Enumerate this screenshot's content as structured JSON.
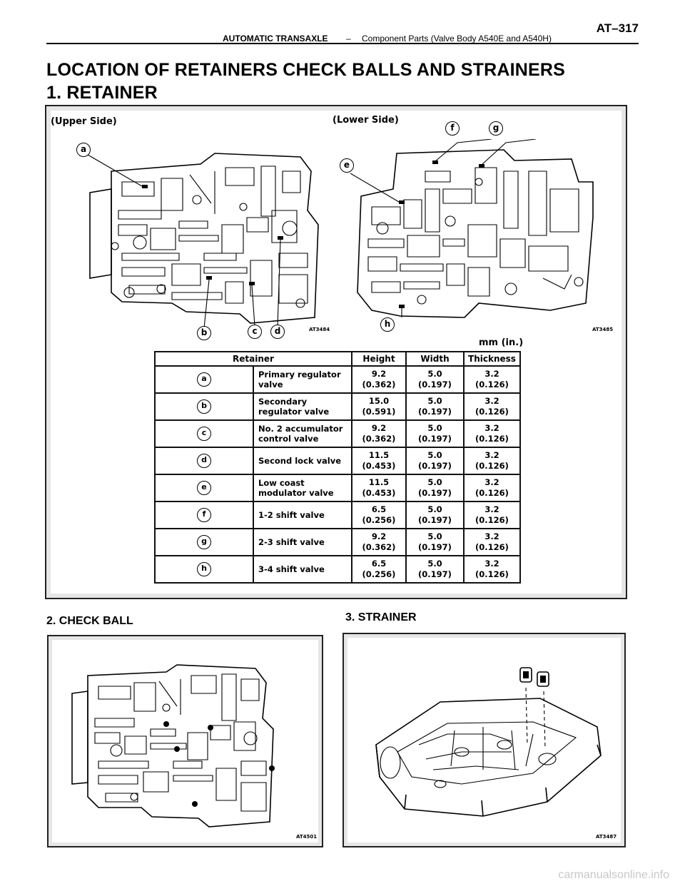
{
  "header": {
    "section": "AUTOMATIC TRANSAXLE",
    "dash": "–",
    "subsection": "Component Parts (Valve Body  A540E and A540H)",
    "page": "AT–317"
  },
  "title": "LOCATION OF RETAINERS CHECK BALLS AND STRAINERS",
  "section1": {
    "heading": "1. RETAINER"
  },
  "figure1": {
    "upper_label": "(Upper Side)",
    "lower_label": "(Lower Side)",
    "upper_code": "AT3484",
    "lower_code": "AT3485",
    "callouts_upper": [
      "a",
      "b",
      "c",
      "d"
    ],
    "callouts_lower": [
      "e",
      "f",
      "g",
      "h"
    ],
    "unit": "mm (in.)"
  },
  "table": {
    "headers": [
      "Retainer",
      "Height",
      "Width",
      "Thickness"
    ],
    "rows": [
      {
        "id": "a",
        "name": "Primary regulator valve",
        "height": "9.2",
        "height_in": "(0.362)",
        "width": "5.0",
        "width_in": "(0.197)",
        "thickness": "3.2",
        "thickness_in": "(0.126)"
      },
      {
        "id": "b",
        "name": "Secondary regulator valve",
        "height": "15.0",
        "height_in": "(0.591)",
        "width": "5.0",
        "width_in": "(0.197)",
        "thickness": "3.2",
        "thickness_in": "(0.126)"
      },
      {
        "id": "c",
        "name": "No. 2 accumulator control valve",
        "height": "9.2",
        "height_in": "(0.362)",
        "width": "5.0",
        "width_in": "(0.197)",
        "thickness": "3.2",
        "thickness_in": "(0.126)"
      },
      {
        "id": "d",
        "name": "Second lock valve",
        "height": "11.5",
        "height_in": "(0.453)",
        "width": "5.0",
        "width_in": "(0.197)",
        "thickness": "3.2",
        "thickness_in": "(0.126)"
      },
      {
        "id": "e",
        "name": "Low coast modulator valve",
        "height": "11.5",
        "height_in": "(0.453)",
        "width": "5.0",
        "width_in": "(0.197)",
        "thickness": "3.2",
        "thickness_in": "(0.126)"
      },
      {
        "id": "f",
        "name": "1-2 shift valve",
        "height": "6.5",
        "height_in": "(0.256)",
        "width": "5.0",
        "width_in": "(0.197)",
        "thickness": "3.2",
        "thickness_in": "(0.126)"
      },
      {
        "id": "g",
        "name": "2-3 shift valve",
        "height": "9.2",
        "height_in": "(0.362)",
        "width": "5.0",
        "width_in": "(0.197)",
        "thickness": "3.2",
        "thickness_in": "(0.126)"
      },
      {
        "id": "h",
        "name": "3-4 shift valve",
        "height": "6.5",
        "height_in": "(0.256)",
        "width": "5.0",
        "width_in": "(0.197)",
        "thickness": "3.2",
        "thickness_in": "(0.126)"
      }
    ]
  },
  "section2": {
    "heading": "2. CHECK BALL",
    "code": "AT4501"
  },
  "section3": {
    "heading": "3. STRAINER",
    "code": "AT3487"
  },
  "watermark": "carmanualsonline.info"
}
